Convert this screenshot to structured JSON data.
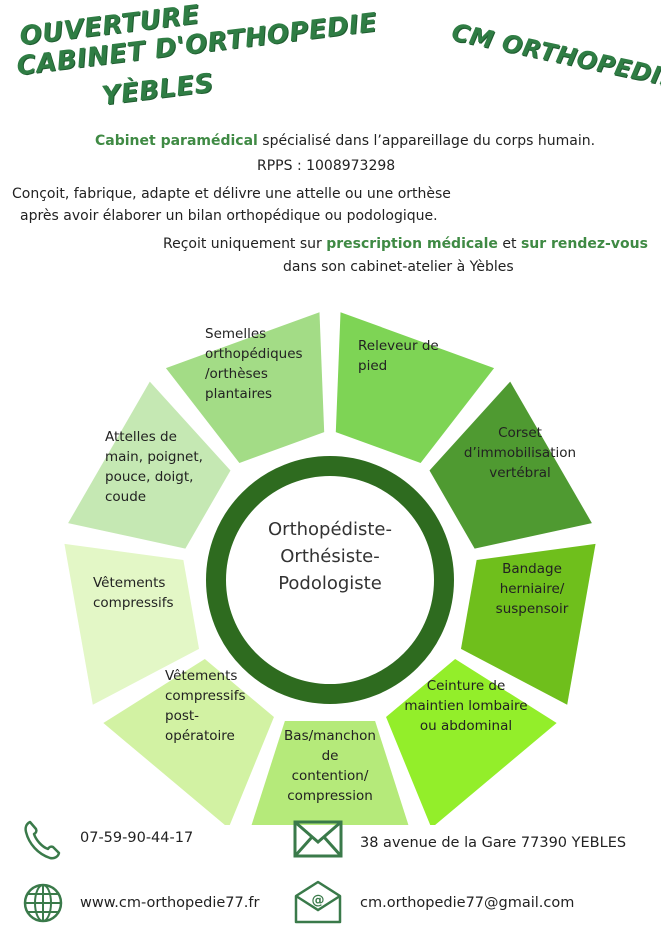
{
  "header": {
    "title_line1": "OUVERTURE",
    "title_line2": "CABINET D'ORTHOPEDIE",
    "title_line3": "YÈBLES",
    "brand": "CM ORTHOPEDIE"
  },
  "intro": {
    "line1_highlight": "Cabinet paramédical",
    "line1_rest": " spécialisé dans l’appareillage du corps humain.",
    "rpps": "RPPS : 1008973298",
    "line3": "Conçoit, fabrique, adapte et délivre une attelle ou une orthèse",
    "line4": "après avoir élaborer un bilan orthopédique ou podologique.",
    "line5_start": "Reçoit uniquement sur ",
    "line5_hl1": "prescription médicale",
    "line5_mid": " et ",
    "line5_hl2": "sur rendez-vous",
    "line6": "dans son cabinet-atelier à Yèbles"
  },
  "wheel": {
    "center": [
      "Orthopédiste-",
      "Orthésiste-",
      "Podologiste"
    ],
    "segments": [
      {
        "lines": [
          "Releveur de",
          "pied"
        ],
        "color": "#c5e8b3"
      },
      {
        "lines": [
          "Corset",
          "d’immobilisation",
          "vertébral"
        ],
        "color": "#a3dc86"
      },
      {
        "lines": [
          "Bandage",
          "herniaire/",
          "suspensoir"
        ],
        "color": "#7ed455"
      },
      {
        "lines": [
          "Ceinture de",
          "maintien lombaire",
          "ou abdominal"
        ],
        "color": "#4f9a31"
      },
      {
        "lines": [
          "Bas/manchon",
          "de",
          "contention/",
          "compression"
        ],
        "color": "#6fbf1c"
      },
      {
        "lines": [
          "Vêtements",
          "compressifs",
          "post-",
          "opératoire"
        ],
        "color": "#93ee2a"
      },
      {
        "lines": [
          "Vêtements",
          "compressifs"
        ],
        "color": "#b5ea7a"
      },
      {
        "lines": [
          "Attelles de",
          "main, poignet,",
          "pouce, doigt,",
          "coude"
        ],
        "color": "#d2f2a3"
      },
      {
        "lines": [
          "Semelles",
          "orthopédiques",
          "/orthèses",
          "plantaires"
        ],
        "color": "#e3f7c6"
      }
    ],
    "ring_color": "#2e6b1f"
  },
  "contacts": {
    "phone": "07-59-90-44-17",
    "address": "38 avenue de la Gare 77390 YEBLES",
    "website": "www.cm-orthopedie77.fr",
    "email": "cm.orthopedie77@gmail.com"
  },
  "colors": {
    "brand_green": "#2f7d44",
    "icon_green": "#3a7a4a"
  }
}
